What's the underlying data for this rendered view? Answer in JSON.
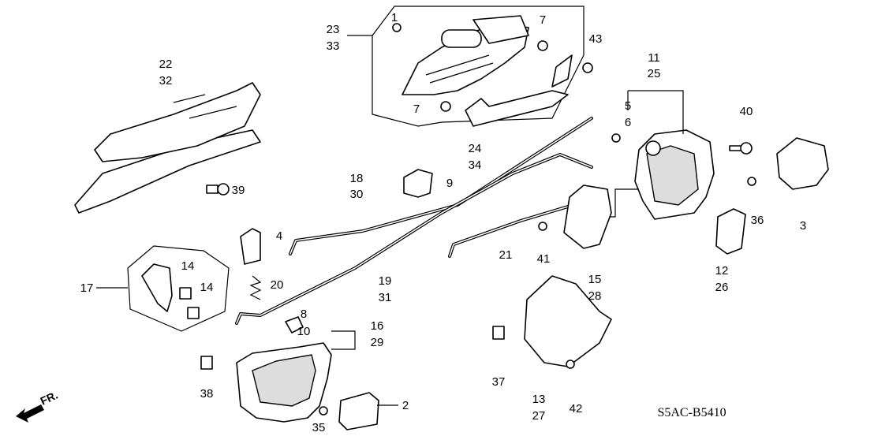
{
  "diagram_code": "S5AC-B5410",
  "direction_marker": "FR.",
  "labels": {
    "l23": "23",
    "l33": "33",
    "l1": "1",
    "l7a": "7",
    "l43": "43",
    "l22": "22",
    "l32": "32",
    "l11": "11",
    "l25": "25",
    "l5": "5",
    "l6": "6",
    "l40": "40",
    "l7b": "7",
    "l24": "24",
    "l34": "34",
    "l18": "18",
    "l30": "30",
    "l9": "9",
    "l39": "39",
    "l4": "4",
    "l21": "21",
    "l41": "41",
    "l36": "36",
    "l3": "3",
    "l12": "12",
    "l26": "26",
    "l15": "15",
    "l28": "28",
    "l19": "19",
    "l31": "31",
    "l17": "17",
    "l14a": "14",
    "l14b": "14",
    "l20": "20",
    "l8": "8",
    "l10": "10",
    "l16": "16",
    "l29": "29",
    "l38": "38",
    "l2": "2",
    "l35": "35",
    "l37": "37",
    "l13": "13",
    "l27": "27",
    "l42": "42"
  }
}
